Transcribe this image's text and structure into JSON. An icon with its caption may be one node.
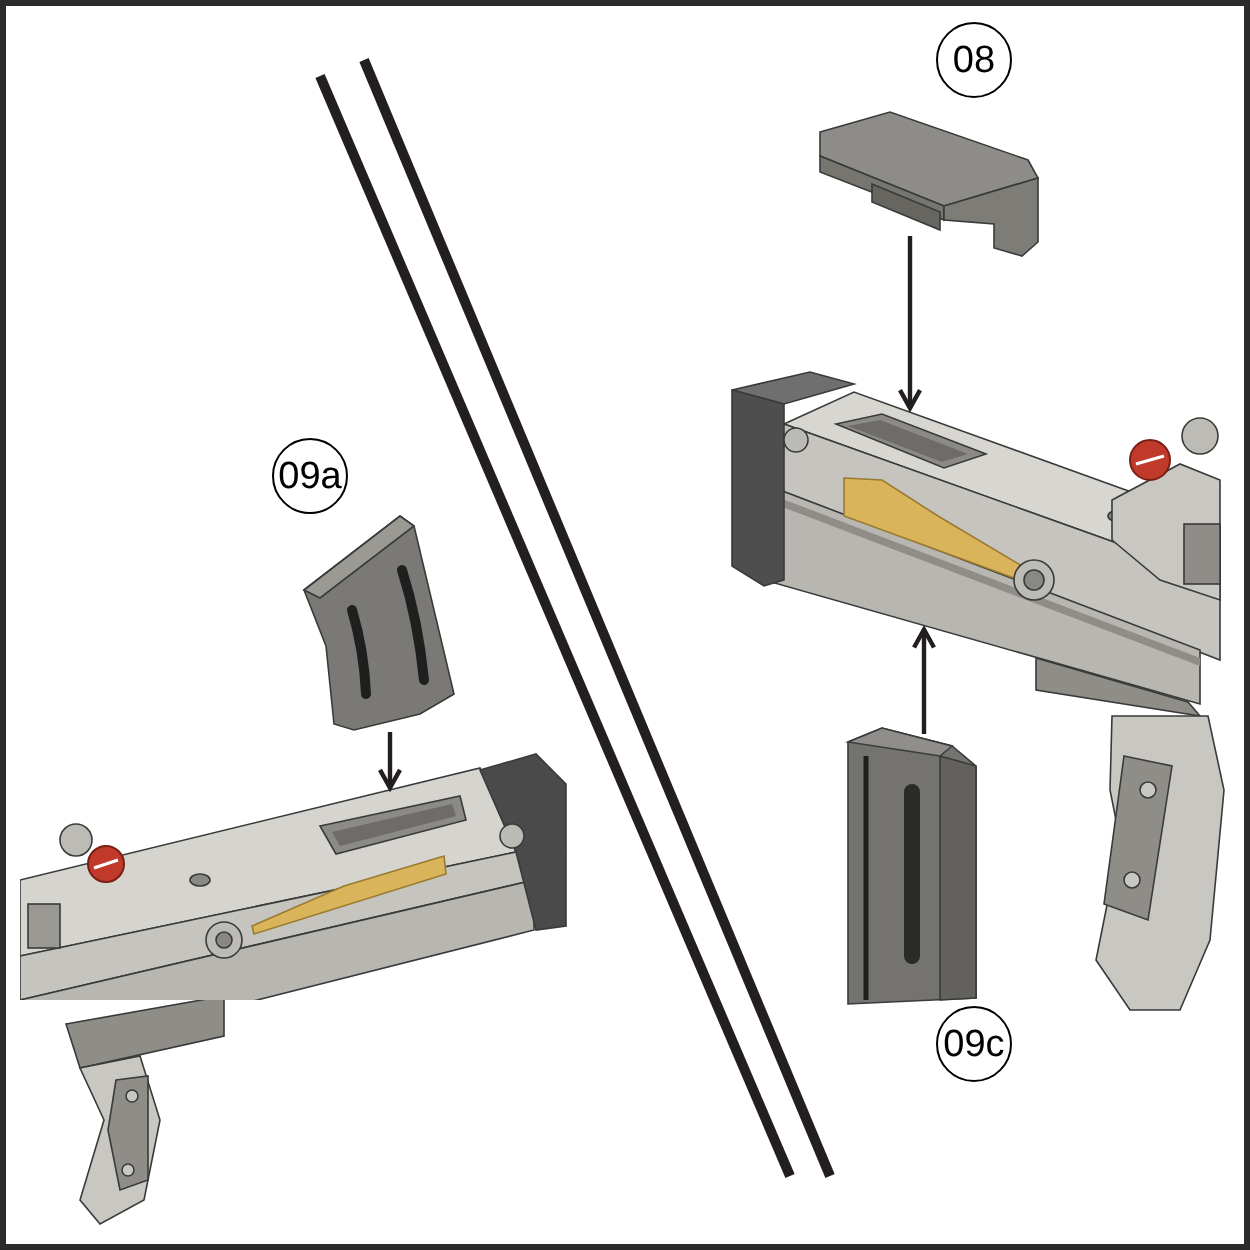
{
  "diagram": {
    "nodes": [
      {
        "text": [],
        "shape": "picture",
        "beside": [
          "08"
        ]
      },
      {
        "text": [],
        "shape": "picture"
      },
      {
        "text": [],
        "shape": "picture",
        "beside": [
          "09a"
        ]
      },
      {
        "text": [],
        "shape": "picture"
      },
      {
        "text": [],
        "shape": "picture",
        "beside": [
          "09c"
        ]
      }
    ],
    "edges": [
      {
        "from": 0,
        "to": 1,
        "arrow": "to"
      },
      {
        "from": 2,
        "to": 3,
        "arrow": "to"
      },
      {
        "from": 4,
        "to": 1,
        "arrow": "to"
      }
    ]
  }
}
